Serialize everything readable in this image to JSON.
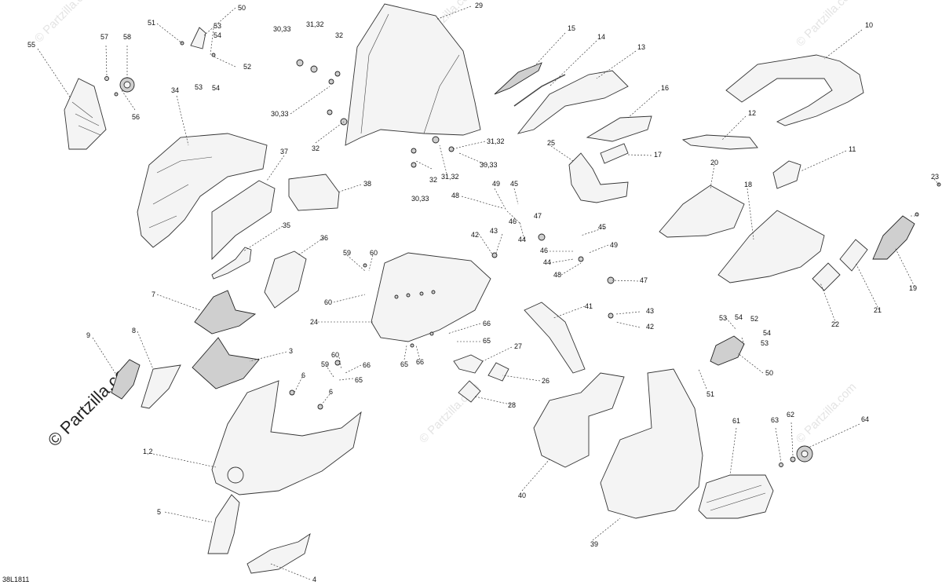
{
  "diagram_code": "38L1811",
  "watermark": "© Partzilla.com",
  "callouts": [
    {
      "id": "p50a",
      "text": "50"
    },
    {
      "id": "p51a",
      "text": "51"
    },
    {
      "id": "p53a",
      "text": "53"
    },
    {
      "id": "p54a",
      "text": "54"
    },
    {
      "id": "p52a",
      "text": "52"
    },
    {
      "id": "p53b",
      "text": "53"
    },
    {
      "id": "p54b",
      "text": "54"
    },
    {
      "id": "p57",
      "text": "57"
    },
    {
      "id": "p58",
      "text": "58"
    },
    {
      "id": "p55",
      "text": "55"
    },
    {
      "id": "p56",
      "text": "56"
    },
    {
      "id": "p34",
      "text": "34"
    },
    {
      "id": "p3033a",
      "text": "30,33"
    },
    {
      "id": "p3132a",
      "text": "31,32"
    },
    {
      "id": "p32a",
      "text": "32"
    },
    {
      "id": "p3033b",
      "text": "30,33"
    },
    {
      "id": "p32b",
      "text": "32"
    },
    {
      "id": "p29",
      "text": "29"
    },
    {
      "id": "p15",
      "text": "15"
    },
    {
      "id": "p14",
      "text": "14"
    },
    {
      "id": "p13",
      "text": "13"
    },
    {
      "id": "p10",
      "text": "10"
    },
    {
      "id": "p16",
      "text": "16"
    },
    {
      "id": "p12",
      "text": "12"
    },
    {
      "id": "p3132b",
      "text": "31,32"
    },
    {
      "id": "p3033c",
      "text": "30,33"
    },
    {
      "id": "p32c",
      "text": "32"
    },
    {
      "id": "p3132c",
      "text": "31,32"
    },
    {
      "id": "p3033d",
      "text": "30,33"
    },
    {
      "id": "p37",
      "text": "37"
    },
    {
      "id": "p38",
      "text": "38"
    },
    {
      "id": "p25",
      "text": "25"
    },
    {
      "id": "p17",
      "text": "17"
    },
    {
      "id": "p11",
      "text": "11"
    },
    {
      "id": "p20",
      "text": "20"
    },
    {
      "id": "p18",
      "text": "18"
    },
    {
      "id": "p23",
      "text": "23"
    },
    {
      "id": "p49a",
      "text": "49"
    },
    {
      "id": "p45a",
      "text": "45"
    },
    {
      "id": "p48a",
      "text": "48"
    },
    {
      "id": "p46a",
      "text": "46"
    },
    {
      "id": "p47a",
      "text": "47"
    },
    {
      "id": "p43a",
      "text": "43"
    },
    {
      "id": "p42a",
      "text": "42"
    },
    {
      "id": "p44a",
      "text": "44"
    },
    {
      "id": "p45b",
      "text": "45"
    },
    {
      "id": "p49b",
      "text": "49"
    },
    {
      "id": "p46b",
      "text": "46"
    },
    {
      "id": "p44b",
      "text": "44"
    },
    {
      "id": "p48b",
      "text": "48"
    },
    {
      "id": "p35",
      "text": "35"
    },
    {
      "id": "p36",
      "text": "36"
    },
    {
      "id": "p59a",
      "text": "59"
    },
    {
      "id": "p60a",
      "text": "60"
    },
    {
      "id": "p60b",
      "text": "60"
    },
    {
      "id": "p47b",
      "text": "47"
    },
    {
      "id": "p22",
      "text": "22"
    },
    {
      "id": "p21",
      "text": "21"
    },
    {
      "id": "p19",
      "text": "19"
    },
    {
      "id": "p7",
      "text": "7"
    },
    {
      "id": "p24",
      "text": "24"
    },
    {
      "id": "p41",
      "text": "41"
    },
    {
      "id": "p43b",
      "text": "43"
    },
    {
      "id": "p42b",
      "text": "42"
    },
    {
      "id": "p66a",
      "text": "66"
    },
    {
      "id": "p65a",
      "text": "65"
    },
    {
      "id": "p9",
      "text": "9"
    },
    {
      "id": "p8",
      "text": "8"
    },
    {
      "id": "p3",
      "text": "3"
    },
    {
      "id": "p27",
      "text": "27"
    },
    {
      "id": "p65b",
      "text": "65"
    },
    {
      "id": "p66b",
      "text": "66"
    },
    {
      "id": "p53c",
      "text": "53"
    },
    {
      "id": "p54c",
      "text": "54"
    },
    {
      "id": "p52b",
      "text": "52"
    },
    {
      "id": "p54d",
      "text": "54"
    },
    {
      "id": "p53d",
      "text": "53"
    },
    {
      "id": "p60c",
      "text": "60"
    },
    {
      "id": "p59b",
      "text": "59"
    },
    {
      "id": "p66c",
      "text": "66"
    },
    {
      "id": "p65c",
      "text": "65"
    },
    {
      "id": "p6a",
      "text": "6"
    },
    {
      "id": "p6b",
      "text": "6"
    },
    {
      "id": "p26",
      "text": "26"
    },
    {
      "id": "p50b",
      "text": "50"
    },
    {
      "id": "p51b",
      "text": "51"
    },
    {
      "id": "p28",
      "text": "28"
    },
    {
      "id": "p12b",
      "text": "1,2"
    },
    {
      "id": "p61",
      "text": "61"
    },
    {
      "id": "p63",
      "text": "63"
    },
    {
      "id": "p62",
      "text": "62"
    },
    {
      "id": "p64",
      "text": "64"
    },
    {
      "id": "p40",
      "text": "40"
    },
    {
      "id": "p5",
      "text": "5"
    },
    {
      "id": "p39",
      "text": "39"
    },
    {
      "id": "p4",
      "text": "4"
    }
  ]
}
